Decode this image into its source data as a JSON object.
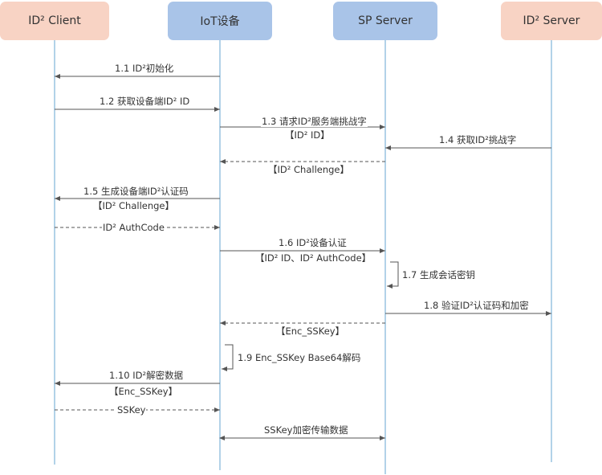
{
  "participants": [
    {
      "key": "client",
      "label": "ID² Client",
      "color": "#f8d3c4"
    },
    {
      "key": "iot",
      "label": "IoT设备",
      "color": "#a9c4e8"
    },
    {
      "key": "sp",
      "label": "SP Server",
      "color": "#a9c4e8"
    },
    {
      "key": "id2",
      "label": "ID² Server",
      "color": "#f8d3c4"
    }
  ],
  "messages": [
    {
      "text": "1.1 ID²初始化"
    },
    {
      "text": "1.2 获取设备端ID² ID"
    },
    {
      "text": "1.3 请求ID²服务端挑战字"
    },
    {
      "text": "【ID² ID】"
    },
    {
      "text": "1.4 获取ID²挑战字"
    },
    {
      "text": "【ID² Challenge】"
    },
    {
      "text": "1.5 生成设备端ID²认证码"
    },
    {
      "text": "【ID² Challenge】"
    },
    {
      "text": "ID² AuthCode"
    },
    {
      "text": "1.6 ID²设备认证"
    },
    {
      "text": "【ID² ID、ID² AuthCode】"
    },
    {
      "text": "1.7 生成会话密钥"
    },
    {
      "text": "1.8 验证ID²认证码和加密"
    },
    {
      "text": "【Enc_SSKey】"
    },
    {
      "text": "1.9 Enc_SSKey Base64解码"
    },
    {
      "text": "1.10 ID²解密数据"
    },
    {
      "text": "【Enc_SSKey】"
    },
    {
      "text": "SSKey"
    },
    {
      "text": "SSKey加密传输数据"
    }
  ],
  "colors": {
    "line": "#7fb3d8",
    "arrow": "#555555",
    "text": "#333333"
  }
}
